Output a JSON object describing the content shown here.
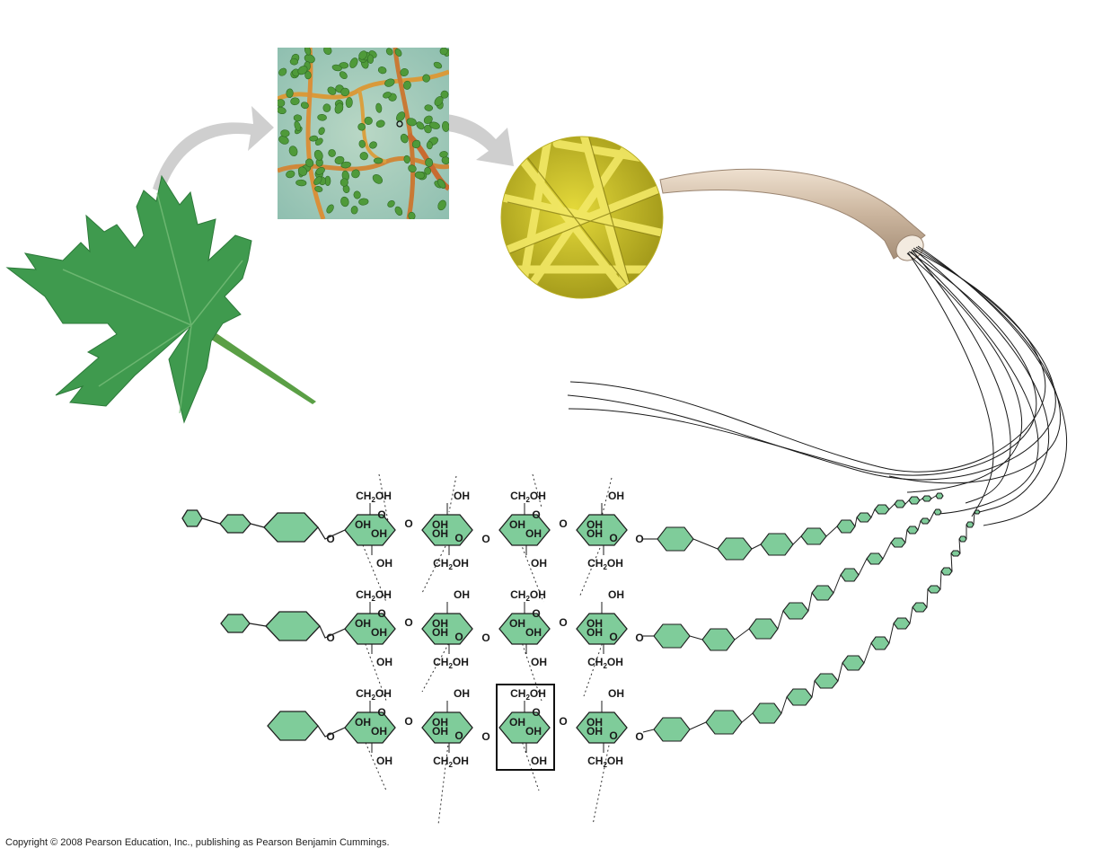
{
  "labels": {
    "ch2oh_main": "CH",
    "ch2oh_sub": "2",
    "ch2oh_tail": "OH",
    "oh": "OH",
    "o": "O"
  },
  "copyright": "Copyright © 2008 Pearson Education, Inc., publishing as Pearson Benjamin Cummings.",
  "colors": {
    "ring_fill": "#7fcc9a",
    "ring_stroke": "#1e1e1e",
    "leaf": "#3f9a4e",
    "arrow": "#cfcfcf",
    "fibril": "#d8c4ad",
    "microfibril_bg": "#d4c52a"
  },
  "icons": [
    "maple-leaf-icon",
    "plant-cell-micrograph-icon",
    "cellulose-fibril-micrograph-icon",
    "cell-wall-fiber-icon"
  ]
}
